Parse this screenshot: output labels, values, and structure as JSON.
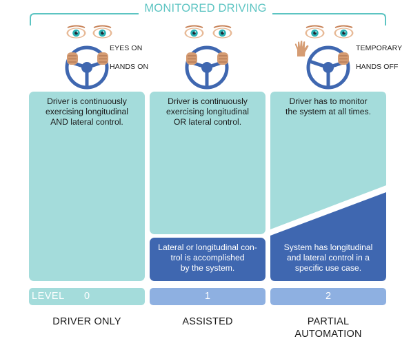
{
  "header": {
    "title": "MONITORED DRIVING"
  },
  "columns": [
    {
      "tag_lines": [
        "EYES ON",
        "HANDS ON"
      ],
      "description": [
        "Driver is continuously",
        "exercising longitudinal",
        "AND lateral control."
      ],
      "level_word": "LEVEL",
      "level": "0",
      "name": [
        "DRIVER ONLY"
      ]
    },
    {
      "description": [
        "Driver is continuously",
        "exercising longitudinal",
        "OR lateral control."
      ],
      "system_text": [
        "Lateral or longitudinal con-",
        "trol is accomplished",
        "by the system."
      ],
      "level": "1",
      "name": [
        "ASSISTED"
      ]
    },
    {
      "tag_lines": [
        "TEMPORARY",
        "HANDS OFF"
      ],
      "description": [
        "Driver has to monitor",
        "the system at all times."
      ],
      "system_text": [
        "System has longitudinal",
        "and lateral control in a",
        "specific use case."
      ],
      "level": "2",
      "name": [
        "PARTIAL",
        "AUTOMATION"
      ]
    }
  ],
  "colors": {
    "teal_header": "#5cc4c2",
    "column_light": "#a4dcdb",
    "column_dark": "#3f67b0",
    "level_bar": "#8eb0e1",
    "wheel": "#3f67b0",
    "skin": "#d59c73",
    "iris": "#2bb2b4"
  },
  "icons": [
    "eye-icon",
    "steering-wheel-icon",
    "hand-icon",
    "raised-hand-icon"
  ]
}
